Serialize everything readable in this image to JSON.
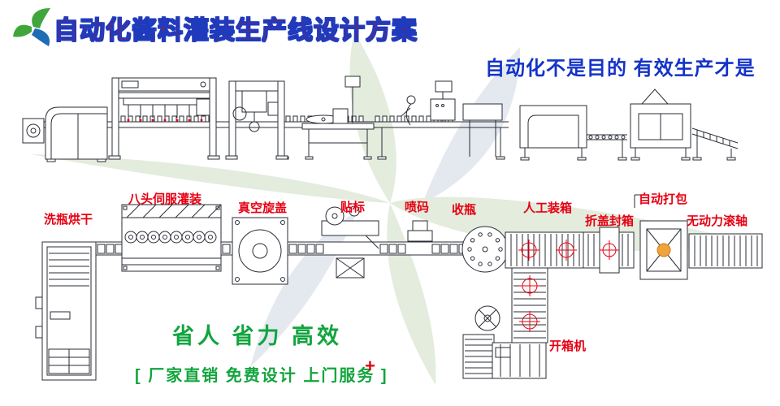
{
  "header": {
    "title": "自动化酱料灌装生产线设计方案",
    "slogan": "自动化不是目的  有效生产才是"
  },
  "process_labels": {
    "bottle_washing_drying": "洗瓶烘干",
    "servo_filling": "八头伺服灌装",
    "vacuum_capping": "真空旋盖",
    "labeling": "贴标",
    "inkjet_coding": "喷码",
    "bottle_collecting": "收瓶",
    "manual_packing": "人工装箱",
    "flap_folding_sealing": "折盖封箱",
    "auto_strapping": "自动打包",
    "gravity_roller": "无动力滚轴",
    "carton_opening": "开箱机"
  },
  "footer": {
    "benefits": "省人  省力  高效",
    "services": "[ 厂家直销  免费设计  上门服务 ]",
    "plus_mark": "+"
  },
  "colors": {
    "label_red": "#e60012",
    "title_fill_red": "#e8000b",
    "title_outline_blue": "#1e3bbe",
    "slogan_blue": "#1433c8",
    "brand_green": "#12a53e",
    "logo_green": "#3fa63c",
    "logo_blue": "#1e6cb5",
    "swirl_green": "#e3ecdd",
    "swirl_gray": "#e4e9f0",
    "line_dark": "#2a2d36",
    "accent_orange": "#f0a23c"
  },
  "icons": {
    "logo": "pinwheel-leaves-logo"
  }
}
